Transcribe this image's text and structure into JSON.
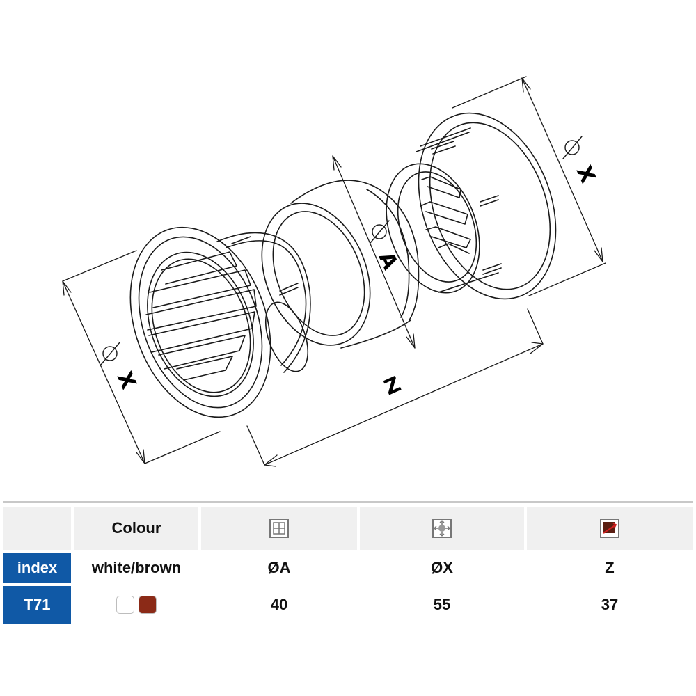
{
  "diagram": {
    "labels": {
      "left_x": "Ø X",
      "right_x": "Ø X",
      "a": "Ø A",
      "z": "Z"
    }
  },
  "table": {
    "header": {
      "colour": "Colour"
    },
    "icons": [
      "grille-front-icon",
      "grille-diameter-icon",
      "grille-depth-icon"
    ],
    "row1": {
      "index": "index",
      "colours": "white/brown",
      "a": "ØA",
      "x": "ØX",
      "z": "Z"
    },
    "row2": {
      "index": "T71",
      "a": "40",
      "x": "55",
      "z": "37"
    },
    "swatch_colors": [
      "#ffffff",
      "#8b2a17"
    ]
  },
  "colors": {
    "index_blue": "#1059a6",
    "header_gray": "#f0f0f0",
    "line": "#1a1a1a"
  }
}
